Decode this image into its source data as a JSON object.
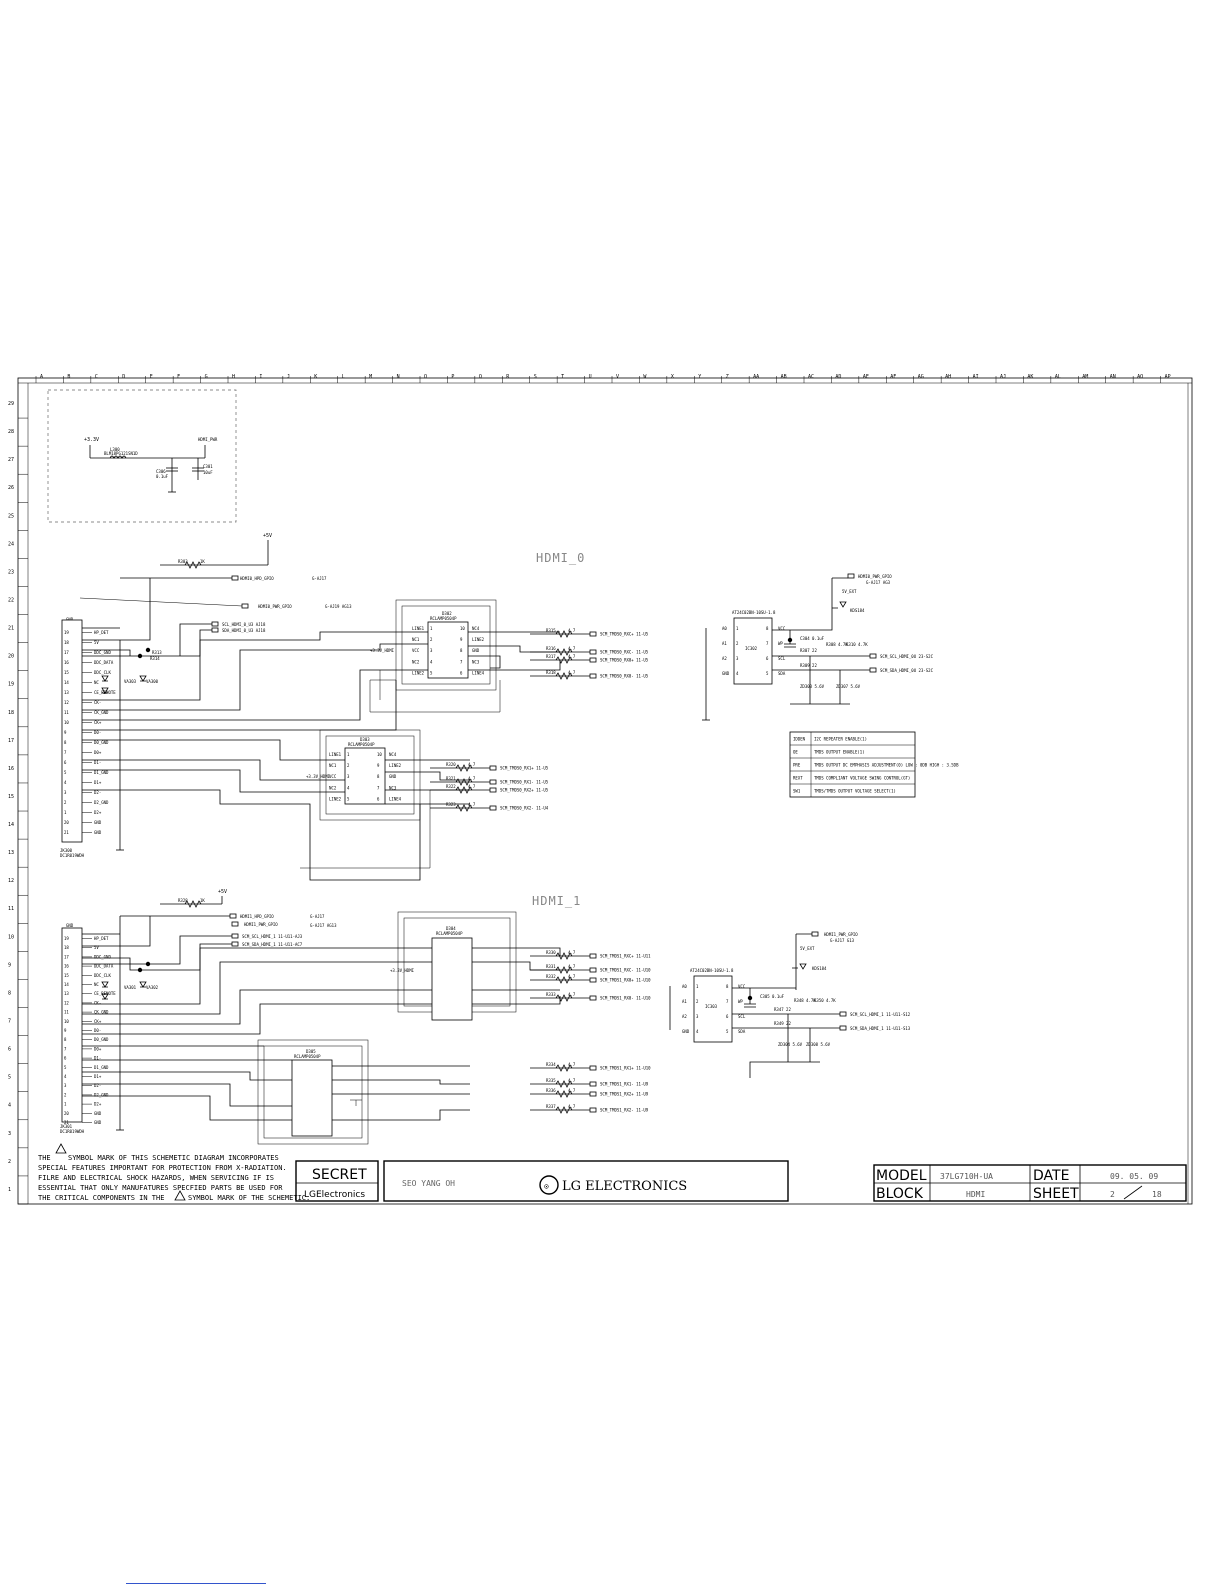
{
  "border": {
    "col_labels": [
      "A",
      "B",
      "C",
      "D",
      "E",
      "F",
      "G",
      "H",
      "I",
      "J",
      "K",
      "L",
      "M",
      "N",
      "O",
      "P",
      "Q",
      "R",
      "S",
      "T",
      "U",
      "V",
      "W",
      "X",
      "Y",
      "Z",
      "AA",
      "AB",
      "AC",
      "AD",
      "AE",
      "AF",
      "AG",
      "AH",
      "AI",
      "AJ",
      "AK",
      "AL",
      "AM",
      "AN",
      "AO",
      "AP"
    ],
    "row_labels": [
      "29",
      "28",
      "27",
      "26",
      "25",
      "24",
      "23",
      "22",
      "21",
      "20",
      "19",
      "18",
      "17",
      "16",
      "15",
      "14",
      "13",
      "12",
      "11",
      "10",
      "9",
      "8",
      "7",
      "6",
      "5",
      "4",
      "3",
      "2",
      "1"
    ]
  },
  "power_block": {
    "rail_in": "+3.3V",
    "rail_out": "HDMI_PWR",
    "inductor_ref": "L300",
    "inductor_val": "BLM18PG121SN1D",
    "cap1_ref": "C306",
    "cap1_val": "0.1uF",
    "cap2_ref": "C301",
    "cap2_val": "10uF"
  },
  "hdmi0": {
    "title": "HDMI_0",
    "rail": "+5V",
    "res_top_ref": "R303",
    "res_top_val": "1K",
    "hpd_net": "HDMI0_HPD_GPIO",
    "hpd_ref": "G-AJ17",
    "pwr_net": "HDMI0_PWR_GPIO",
    "pwr_ref": "G-AJ19 AG13",
    "scl_net": "SCL_HDMI_0_U3 AJ18",
    "sda_net": "SDA_HDMI_0_U3 AJ18",
    "connector_ref": "JK300",
    "connector_part": "DC1R019WDH",
    "connector_head": "J2",
    "connector_gnd": "GND",
    "pin_names": [
      "HP_DET",
      "5V",
      "DDC_GND",
      "DDC_DATA",
      "DDC_CLK",
      "NC",
      "CE_REMOTE",
      "CK-",
      "CK_GND",
      "CK+",
      "D0-",
      "D0_GND",
      "D0+",
      "D1-",
      "D1_GND",
      "D1+",
      "D2-",
      "D2_GND",
      "D2+",
      "GND",
      "GND"
    ],
    "pin_nums": [
      "19",
      "18",
      "17",
      "16",
      "15",
      "14",
      "13",
      "12",
      "11",
      "10",
      "9",
      "8",
      "7",
      "6",
      "5",
      "4",
      "3",
      "2",
      "1",
      "20",
      "21"
    ],
    "r_dc_ref": "R313",
    "r_ck_ref": "R314",
    "diode_refs": [
      "VA303",
      "VA300"
    ],
    "ic_a_ref": "D302",
    "ic_a_part": "RCLAMP0504P",
    "ic_a_pins_l": [
      "LINE1",
      "NC1",
      "VCC",
      "NC2",
      "LINE2"
    ],
    "ic_a_pins_r": [
      "NC4",
      "LINE2",
      "GND",
      "NC3",
      "LINE4"
    ],
    "ic_a_nums_l": [
      "1",
      "2",
      "3",
      "4",
      "5"
    ],
    "ic_a_nums_r": [
      "10",
      "9",
      "8",
      "7",
      "6"
    ],
    "ic_a_vcc": "+3.3V_HDMI",
    "ic_b_ref": "D303",
    "ic_b_part": "RCLAMP0504P",
    "ic_b_vcc": "+3.3V_HDMI",
    "res_outs_a": [
      {
        "ref": "R315",
        "val": "4.7",
        "net": "SCM_TMDS0_RXC+ 11-U5"
      },
      {
        "ref": "R316",
        "val": "4.7",
        "net": "SCM_TMDS0_RXC- 11-U5"
      },
      {
        "ref": "R317",
        "val": "4.7",
        "net": "SCM_TMDS0_RX0+ 11-U5"
      },
      {
        "ref": "R318",
        "val": "4.7",
        "net": "SCM_TMDS0_RX0- 11-U5"
      }
    ],
    "res_outs_b": [
      {
        "ref": "R320",
        "val": "4.7",
        "net": "SCM_TMDS0_RX1+ 11-U5"
      },
      {
        "ref": "R321",
        "val": "4.7",
        "net": "SCM_TMDS0_RX1- 11-U5"
      },
      {
        "ref": "R322",
        "val": "4.7",
        "net": "SCM_TMDS0_RX2+ 11-U5"
      },
      {
        "ref": "R323",
        "val": "4.7",
        "net": "SCM_TMDS0_RX2- 11-U4"
      }
    ],
    "eeprom_ref": "IC302",
    "eeprom_part": "AT24C02BN-10SU-1.8",
    "eeprom_pins_l": [
      "A0",
      "A1",
      "A2",
      "GND"
    ],
    "eeprom_pins_r": [
      "VCC",
      "WP",
      "SCL",
      "SDA"
    ],
    "eeprom_nums_l": [
      "1",
      "2",
      "3",
      "4"
    ],
    "eeprom_nums_r": [
      "8",
      "7",
      "6",
      "5"
    ],
    "eeprom_pwr": "HDMI0_PWR_GPIO",
    "eeprom_pwr_ref": "G-AJ17 AG3",
    "eeprom_rail": "5V_EXT",
    "eeprom_diode": "KDS184",
    "eeprom_cap": "C304 0.1uF",
    "eeprom_scl": "SCM_SCL_HDMI_0U 23-S2C",
    "eeprom_sda": "SCM_SDA_HDMI_0U 23-S2C",
    "zener_refs": [
      "ZD303 5.6V",
      "ZD307 5.6V"
    ],
    "res_i2c": [
      "R307 22",
      "R309 22",
      "R308 4.7K",
      "R310 4.7K"
    ]
  },
  "legend_table": [
    {
      "key": "IDDEN",
      "desc": "I2C REPEATER ENABLE(1)"
    },
    {
      "key": "OE",
      "desc": "TMDS OUTPUT ENABLE(1)"
    },
    {
      "key": "PRE",
      "desc": "TMDS OUTPUT DC EMPHASIS ADJUSTMENT(0) LOW : 0DB  HIGH : 3.5DB"
    },
    {
      "key": "REXT",
      "desc": "TMDS COMPLIANT VOLTAGE SWING CONTROL(GT)"
    },
    {
      "key": "SW1",
      "desc": "TMDS/TMDS OUTPUT VOLTAGE SELECT(1)"
    }
  ],
  "hdmi1": {
    "title": "HDMI_1",
    "rail": "+5V",
    "res_top_ref": "R328",
    "res_top_val": "1K",
    "hpd_net": "HDMI1_HPD_GPIO",
    "hpd_ref": "G-AJ17",
    "pwr_net": "HDMI1_PWR_GPIO",
    "pwr_ref": "G-AJ17 AG13",
    "scl_net": "SCM_SCL_HDMI_1 11-U11-AJ3",
    "sda_net": "SCM_SDA_HDMI_1 11-U11-AC7",
    "connector_ref": "JK301",
    "connector_part": "DC1R019WDH",
    "connector_head": "J2",
    "connector_gnd": "GND",
    "pin_names": [
      "HP_DET",
      "5V",
      "DDC_GND",
      "DDC_DATA",
      "DDC_CLK",
      "NC",
      "CE_REMOTE",
      "CK-",
      "CK_GND",
      "CK+",
      "D0-",
      "D0_GND",
      "D0+",
      "D1-",
      "D1_GND",
      "D1+",
      "D2-",
      "D2_GND",
      "D2+",
      "GND",
      "GND"
    ],
    "pin_nums": [
      "19",
      "18",
      "17",
      "16",
      "15",
      "14",
      "13",
      "12",
      "11",
      "10",
      "9",
      "8",
      "7",
      "6",
      "5",
      "4",
      "3",
      "2",
      "1",
      "20",
      "21"
    ],
    "diode_refs": [
      "VA301",
      "VA302"
    ],
    "ic_a_ref": "D304",
    "ic_a_part": "RCLAMP0504P",
    "ic_a_vcc": "+3.3V_HDMI",
    "ic_b_ref": "D305",
    "ic_b_part": "RCLAMP0504P",
    "res_outs_a": [
      {
        "ref": "R330",
        "val": "4.7",
        "net": "SCM_TMDS1_RXC+ 11-U11"
      },
      {
        "ref": "R331",
        "val": "4.7",
        "net": "SCM_TMDS1_RXC- 11-U10"
      },
      {
        "ref": "R332",
        "val": "4.7",
        "net": "SCM_TMDS1_RX0+ 11-U10"
      },
      {
        "ref": "R333",
        "val": "4.7",
        "net": "SCM_TMDS1_RX0- 11-U10"
      }
    ],
    "res_outs_b": [
      {
        "ref": "R334",
        "val": "4.7",
        "net": "SCM_TMDS1_RX1+ 11-U10"
      },
      {
        "ref": "R335",
        "val": "4.7",
        "net": "SCM_TMDS1_RX1- 11-U9"
      },
      {
        "ref": "R336",
        "val": "4.7",
        "net": "SCM_TMDS1_RX2+ 11-U9"
      },
      {
        "ref": "R337",
        "val": "4.7",
        "net": "SCM_TMDS1_RX2- 11-U9"
      }
    ],
    "eeprom_ref": "IC303",
    "eeprom_part": "AT24C02BN-10SU-1.8",
    "eeprom_pwr": "HDMI1_PWR_GPIO",
    "eeprom_pwr_ref": "G-AJ17 G13",
    "eeprom_rail": "5V_EXT",
    "eeprom_diode": "KDS184",
    "eeprom_cap": "C305 0.1uF",
    "eeprom_scl": "SCM_SCL_HDMI_1 11-U11-S12",
    "eeprom_sda": "SCM_SDA_HDMI_1 11-U11-S13",
    "zener_refs": [
      "ZD304 5.6V",
      "ZD308 5.6V"
    ],
    "res_i2c": [
      "R347 22",
      "R349 22",
      "R348 4.7K",
      "R350 4.7K"
    ]
  },
  "notice": {
    "line1": "THE",
    "line1b": "SYMBOL MARK OF THIS SCHEMETIC DIAGRAM INCORPORATES",
    "line2": "SPECIAL FEATURES IMPORTANT FOR PROTECTION FROM X-RADIATION.",
    "line3": "FILRE AND ELECTRICAL SHOCK HAZARDS, WHEN SERVICING IF IS",
    "line4": "ESSENTIAL THAT ONLY MANUFATURES SPECFIED PARTS BE USED FOR",
    "line5": "THE CRITICAL COMPONENTS IN THE",
    "line5b": "SYMBOL MARK OF THE SCHEMETIC."
  },
  "title_block": {
    "secret": "SECRET",
    "lg_small": "LGElectronics",
    "designer": "SEO YANG OH",
    "company": "LG ELECTRONICS",
    "model_label": "MODEL",
    "model_value": "37LG710H-UA",
    "date_label": "DATE",
    "date_value": "09. 05. 09",
    "block_label": "BLOCK",
    "block_value": "HDMI",
    "sheet_label": "SHEET",
    "sheet_num": "2",
    "sheet_total": "18"
  }
}
